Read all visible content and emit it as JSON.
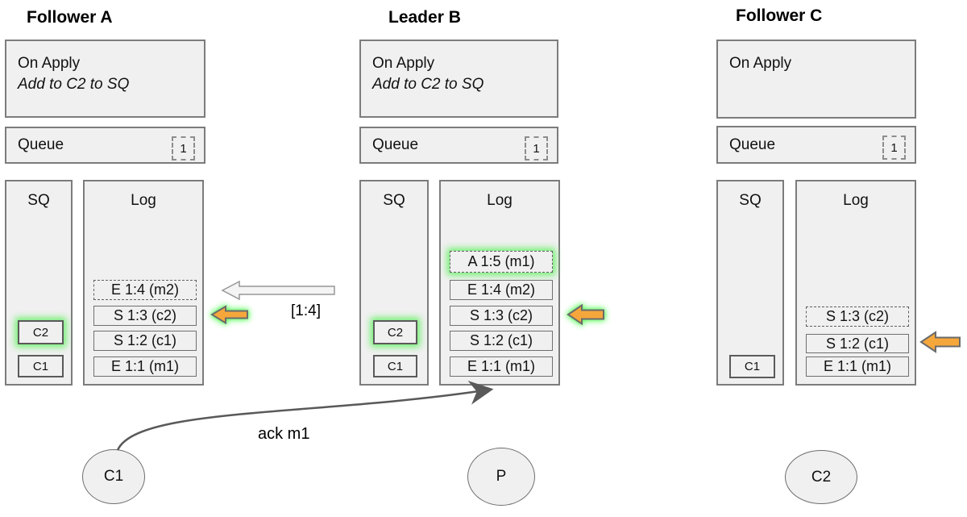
{
  "diagram": {
    "nodes": [
      {
        "title": "Follower A",
        "on_apply": {
          "line1": "On Apply",
          "line2": "Add to C2 to SQ"
        },
        "queue": {
          "label": "Queue",
          "count": "1"
        },
        "sq": {
          "label": "SQ",
          "items": [
            {
              "label": "C2",
              "glow": true
            },
            {
              "label": "C1",
              "glow": false
            }
          ]
        },
        "log": {
          "label": "Log",
          "entries": [
            {
              "label": "E 1:4 (m2)",
              "dashed": true,
              "glow": false
            },
            {
              "label": "S 1:3 (c2)",
              "dashed": false,
              "glow": false
            },
            {
              "label": "S 1:2 (c1)",
              "dashed": false,
              "glow": false
            },
            {
              "label": "E 1:1 (m1)",
              "dashed": false,
              "glow": false
            }
          ]
        }
      },
      {
        "title": "Leader B",
        "on_apply": {
          "line1": "On Apply",
          "line2": "Add to C2 to SQ"
        },
        "queue": {
          "label": "Queue",
          "count": "1"
        },
        "sq": {
          "label": "SQ",
          "items": [
            {
              "label": "C2",
              "glow": true
            },
            {
              "label": "C1",
              "glow": false
            }
          ]
        },
        "log": {
          "label": "Log",
          "entries": [
            {
              "label": "A 1:5 (m1)",
              "dashed": true,
              "glow": true
            },
            {
              "label": "E 1:4 (m2)",
              "dashed": false,
              "glow": false
            },
            {
              "label": "S 1:3 (c2)",
              "dashed": false,
              "glow": false
            },
            {
              "label": "S 1:2 (c1)",
              "dashed": false,
              "glow": false
            },
            {
              "label": "E 1:1 (m1)",
              "dashed": false,
              "glow": false
            }
          ]
        }
      },
      {
        "title": "Follower C",
        "on_apply": {
          "line1": "On Apply"
        },
        "queue": {
          "label": "Queue",
          "count": "1"
        },
        "sq": {
          "label": "SQ",
          "items": [
            {
              "label": "C1",
              "glow": false
            }
          ]
        },
        "log": {
          "label": "Log",
          "entries": [
            {
              "label": "S 1:3 (c2)",
              "dashed": true,
              "glow": false
            },
            {
              "label": "S 1:2 (c1)",
              "dashed": false,
              "glow": false
            },
            {
              "label": "E 1:1 (m1)",
              "dashed": false,
              "glow": false
            }
          ]
        }
      }
    ],
    "messages": {
      "replication_range": "[1:4]",
      "ack": "ack m1"
    },
    "actors": [
      {
        "label": "C1"
      },
      {
        "label": "P"
      },
      {
        "label": "C2"
      }
    ],
    "colors": {
      "box_fill": "#f0f0f0",
      "border_gray": "#7c7c7c",
      "arrow_orange": "#f6a73c",
      "glow_green": "#66ee66",
      "arrow_dark": "#595959"
    }
  }
}
